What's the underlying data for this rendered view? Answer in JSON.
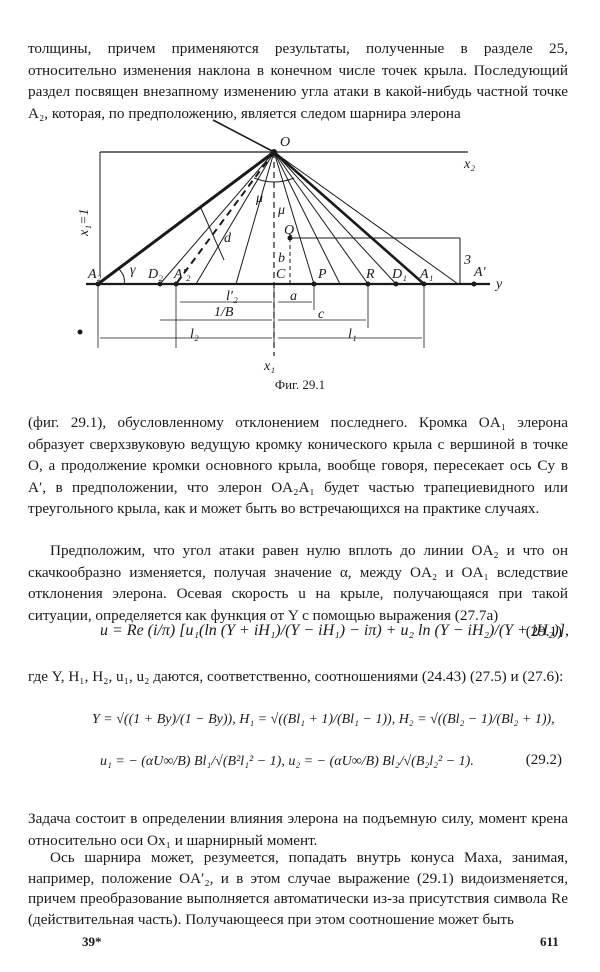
{
  "paragraphs": {
    "p1": "толщины, причем применяются результаты, полученные в разделе 25, относительно изменения наклона в конечном числе точек крыла. Последующий раздел посвящен внезапному изменению угла атаки в какой-нибудь частной точке A₂, которая, по предположению, является следом шарнира элерона",
    "p2": "(фиг. 29.1), обусловленному отклонением последнего. Кромка OA₁ элерона образует сверхзвуковую ведущую кромку конического крыла с вершиной в точке O, а продолжение кромки основного крыла, вообще говоря, пересекает ось Cy в A′, в предположении, что элерон OA₂A₁ будет частью трапециевидного или треугольного крыла, как и может быть во встречающихся на практике случаях.",
    "p3": "Предположим, что угол атаки равен нулю вплоть до линии OA₂ и что он скачкообразно изменяется, получая значение α, между OA₂ и OA₁ вследствие отклонения элерона. Осевая скорость u на крыле, получающаяся при такой ситуации, определяется как функция от Y с помощью выражения (27.7a)",
    "p4": "где Y, H₁, H₂, u₁, u₂ даются, соответственно, соотношениями (24.43) (27.5) и (27.6):",
    "p5": "Задача состоит в определении влияния элерона на подъемную силу, момент крена относительно оси Ox₁ и шарнирный момент.",
    "p6": "Ось шарнира может, резумеется, попадать внутрь конуса Маха, занимая, например, положение OA′₂, и в этом случае выражение (29.1) видоизменяется, причем преобразование выполняется автоматически из-за присутствия символа Re (действительная часть). Получающееся при этом соотношение может быть"
  },
  "figure": {
    "caption": "Фиг. 29.1",
    "labels": {
      "O": "O",
      "x2": "x₂",
      "x1": "x₁",
      "y": "y",
      "x1eq": "x₁=1",
      "A2": "A₂",
      "D2": "D₂",
      "A2p": "A′₂",
      "C": "C",
      "P": "P",
      "R": "R",
      "D1": "D₁",
      "A1": "A₁",
      "Ap": "A′",
      "Q": "Q",
      "b": "b",
      "a": "a",
      "c": "c",
      "d": "d",
      "mu1": "μ",
      "mu2": "μ",
      "gamma": "γ",
      "three": "3",
      "l2p": "l′₂",
      "oneB": "1/B",
      "l2": "l₂",
      "l1": "l₁"
    }
  },
  "equations": {
    "eq1": "u = Re (i/π) [u₁(ln (Y + iH₁)/(Y − iH₁) − iπ) + u₂ ln (Y − iH₂)/(Y + iH₂)],",
    "eq1_num": "(29.1)",
    "eq2a": "Y = √((1 + By)/(1 − By)),  H₁ = √((Bl₁ + 1)/(Bl₁ − 1)),  H₂ = √((Bl₂ − 1)/(Bl₂ + 1)),",
    "eq2b": "u₁ = − (αU∞/B) Bl₁/√(B²l₁² − 1),  u₂ = − (αU∞/B) Bl₂/√(B₂l₂² − 1).",
    "eq2_num": "(29.2)"
  },
  "footer": {
    "signature": "39*",
    "page_number": "611"
  }
}
